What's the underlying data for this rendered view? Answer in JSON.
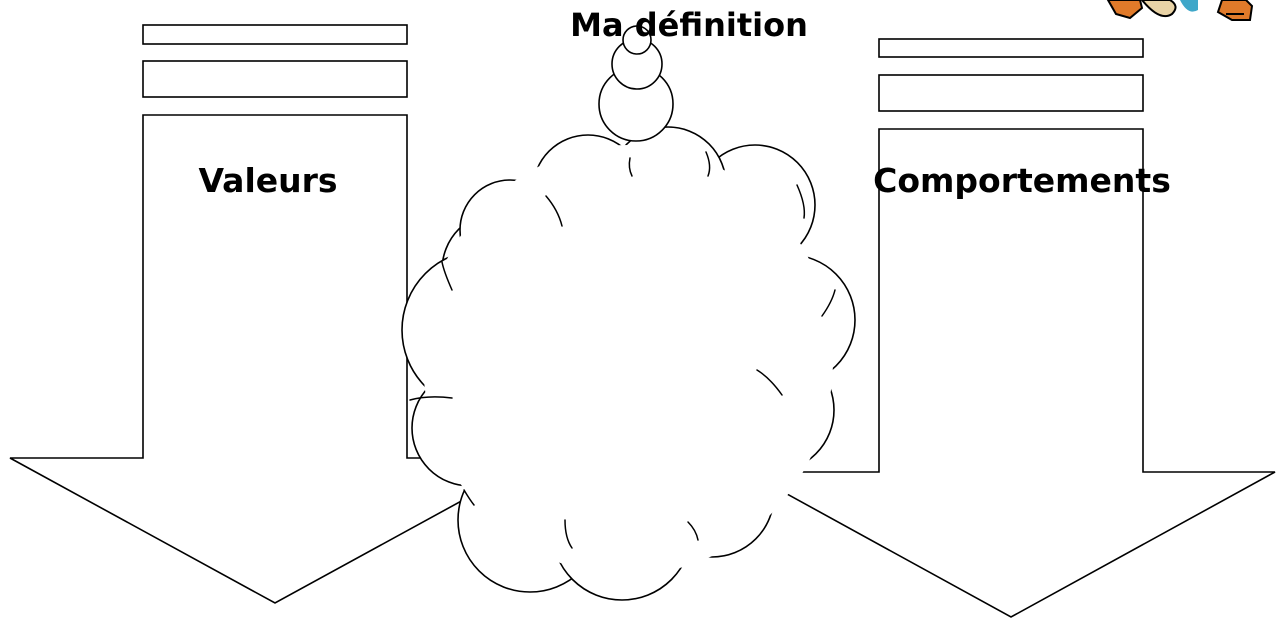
{
  "diagram": {
    "title": "Ma définition",
    "left_label": "Valeurs",
    "right_label": "Comportements"
  },
  "colors": {
    "stroke": "#000000",
    "fill": "#ffffff",
    "clipart_orange": "#e07a2a",
    "clipart_blue": "#3fa7c9",
    "clipart_beige": "#e9d3a6"
  },
  "icons": [
    "clipart-people-icon"
  ]
}
